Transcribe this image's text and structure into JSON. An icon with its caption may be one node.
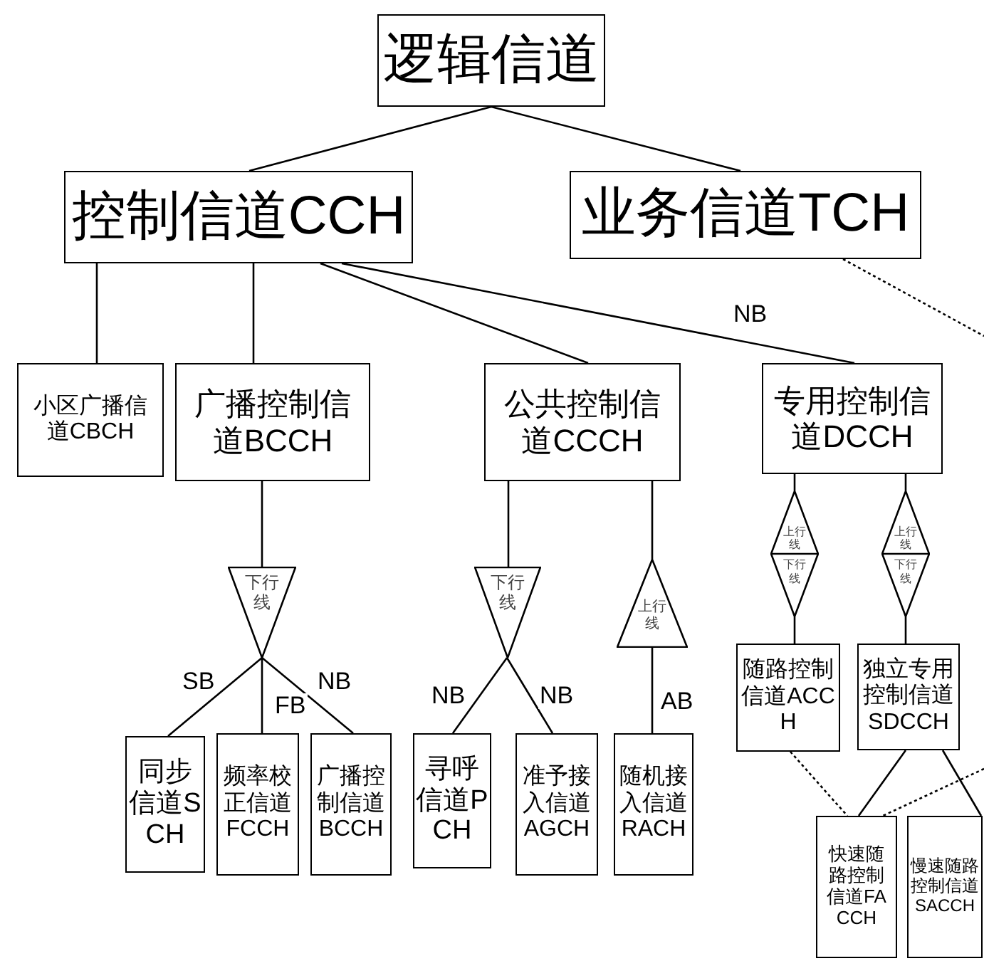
{
  "diagram": {
    "nodes": [
      {
        "text": [
          "逻辑信道"
        ]
      },
      {
        "text": [
          "控制信道CCH"
        ]
      },
      {
        "text": [
          "业务信道TCH"
        ]
      },
      {
        "text": [
          "小区广播信道CBCH"
        ]
      },
      {
        "text": [
          "广播控制信道BCCH"
        ]
      },
      {
        "text": [
          "公共控制信道CCCH"
        ]
      },
      {
        "text": [
          "专用控制信道DCCH"
        ]
      },
      {
        "text": [
          "下行线"
        ]
      },
      {
        "text": [
          "下行线"
        ]
      },
      {
        "text": [
          "上行线"
        ]
      },
      {
        "text": [
          "上行线",
          "下行线"
        ]
      },
      {
        "text": [
          "上行线",
          "下行线"
        ]
      },
      {
        "text": [
          "同步信道SCH"
        ]
      },
      {
        "text": [
          "频率校正信道FCCH"
        ]
      },
      {
        "text": [
          "广播控制信道BCCH"
        ]
      },
      {
        "text": [
          "寻呼信道PCH"
        ]
      },
      {
        "text": [
          "准予接入信道AGCH"
        ]
      },
      {
        "text": [
          "随机接入信道RACH"
        ]
      },
      {
        "text": [
          "随路控制信道ACCH"
        ]
      },
      {
        "text": [
          "独立专用控制信道SDCCH"
        ]
      },
      {
        "text": [
          "快速随路控制信道FACCH"
        ]
      },
      {
        "text": [
          "慢速随路控制信道SACCH"
        ]
      }
    ],
    "edges": [
      {
        "from": 0,
        "to": 1,
        "arrow": "none"
      },
      {
        "from": 0,
        "to": 2,
        "arrow": "none"
      },
      {
        "from": 1,
        "to": 3,
        "arrow": "none"
      },
      {
        "from": 1,
        "to": 4,
        "arrow": "none"
      },
      {
        "from": 1,
        "to": 5,
        "arrow": "none"
      },
      {
        "from": 1,
        "to": 6,
        "arrow": "none",
        "label": "NB"
      },
      {
        "from": 4,
        "to": 7,
        "arrow": "none"
      },
      {
        "from": 7,
        "to": 12,
        "arrow": "none",
        "label": "SB"
      },
      {
        "from": 7,
        "to": 13,
        "arrow": "none",
        "label": "FB"
      },
      {
        "from": 7,
        "to": 14,
        "arrow": "none",
        "label": "NB"
      },
      {
        "from": 5,
        "to": 8,
        "arrow": "none"
      },
      {
        "from": 8,
        "to": 15,
        "arrow": "none",
        "label": "NB"
      },
      {
        "from": 8,
        "to": 16,
        "arrow": "none",
        "label": "NB"
      },
      {
        "from": 5,
        "to": 9,
        "arrow": "none"
      },
      {
        "from": 9,
        "to": 17,
        "arrow": "none",
        "label": "AB"
      },
      {
        "from": 6,
        "to": 10,
        "arrow": "none"
      },
      {
        "from": 10,
        "to": 18,
        "arrow": "none"
      },
      {
        "from": 6,
        "to": 11,
        "arrow": "none"
      },
      {
        "from": 11,
        "to": 19,
        "arrow": "none"
      },
      {
        "from": 18,
        "to": 20,
        "arrow": "none",
        "style": "dashed"
      },
      {
        "from": 19,
        "to": 20,
        "arrow": "none"
      },
      {
        "from": 19,
        "to": 21,
        "arrow": "none"
      },
      {
        "from": 2,
        "to": null,
        "arrow": "none",
        "style": "dashed"
      },
      {
        "from": null,
        "to": 20,
        "arrow": "none",
        "style": "dashed"
      }
    ]
  }
}
